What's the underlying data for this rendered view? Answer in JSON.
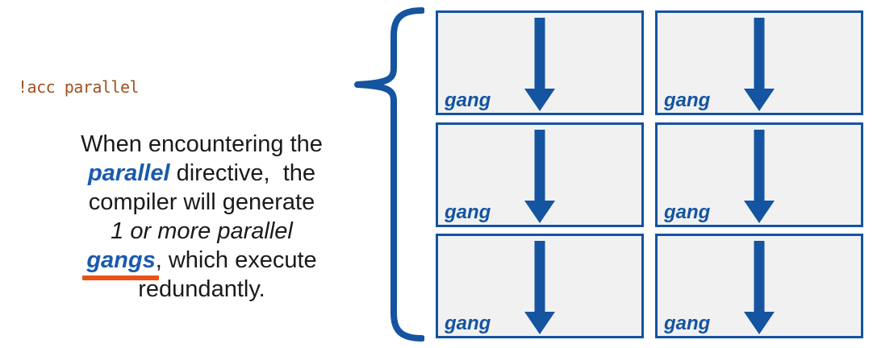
{
  "colors": {
    "blue": "#1454A0",
    "accent_blue": "#1A5AAD",
    "orange": "#E8531A",
    "code_brown": "#A0511F",
    "box_fill": "#F1F1F2",
    "ink": "#1A1A1A"
  },
  "code_label": "!acc parallel",
  "paragraph": {
    "line1": "When encountering the",
    "parallel_word": "parallel",
    "line2_rest": " directive,  the",
    "line3": "compiler will generate",
    "line4_italic": "1 or more parallel",
    "gangs_word": "gangs",
    "line5_rest": ", which execute",
    "line6": "redundantly."
  },
  "diagram": {
    "rows": 3,
    "cols": 2,
    "boxes": [
      {
        "label": "gang",
        "icon": "down-arrow-icon"
      },
      {
        "label": "gang",
        "icon": "down-arrow-icon"
      },
      {
        "label": "gang",
        "icon": "down-arrow-icon"
      },
      {
        "label": "gang",
        "icon": "down-arrow-icon"
      },
      {
        "label": "gang",
        "icon": "down-arrow-icon"
      },
      {
        "label": "gang",
        "icon": "down-arrow-icon"
      }
    ]
  }
}
